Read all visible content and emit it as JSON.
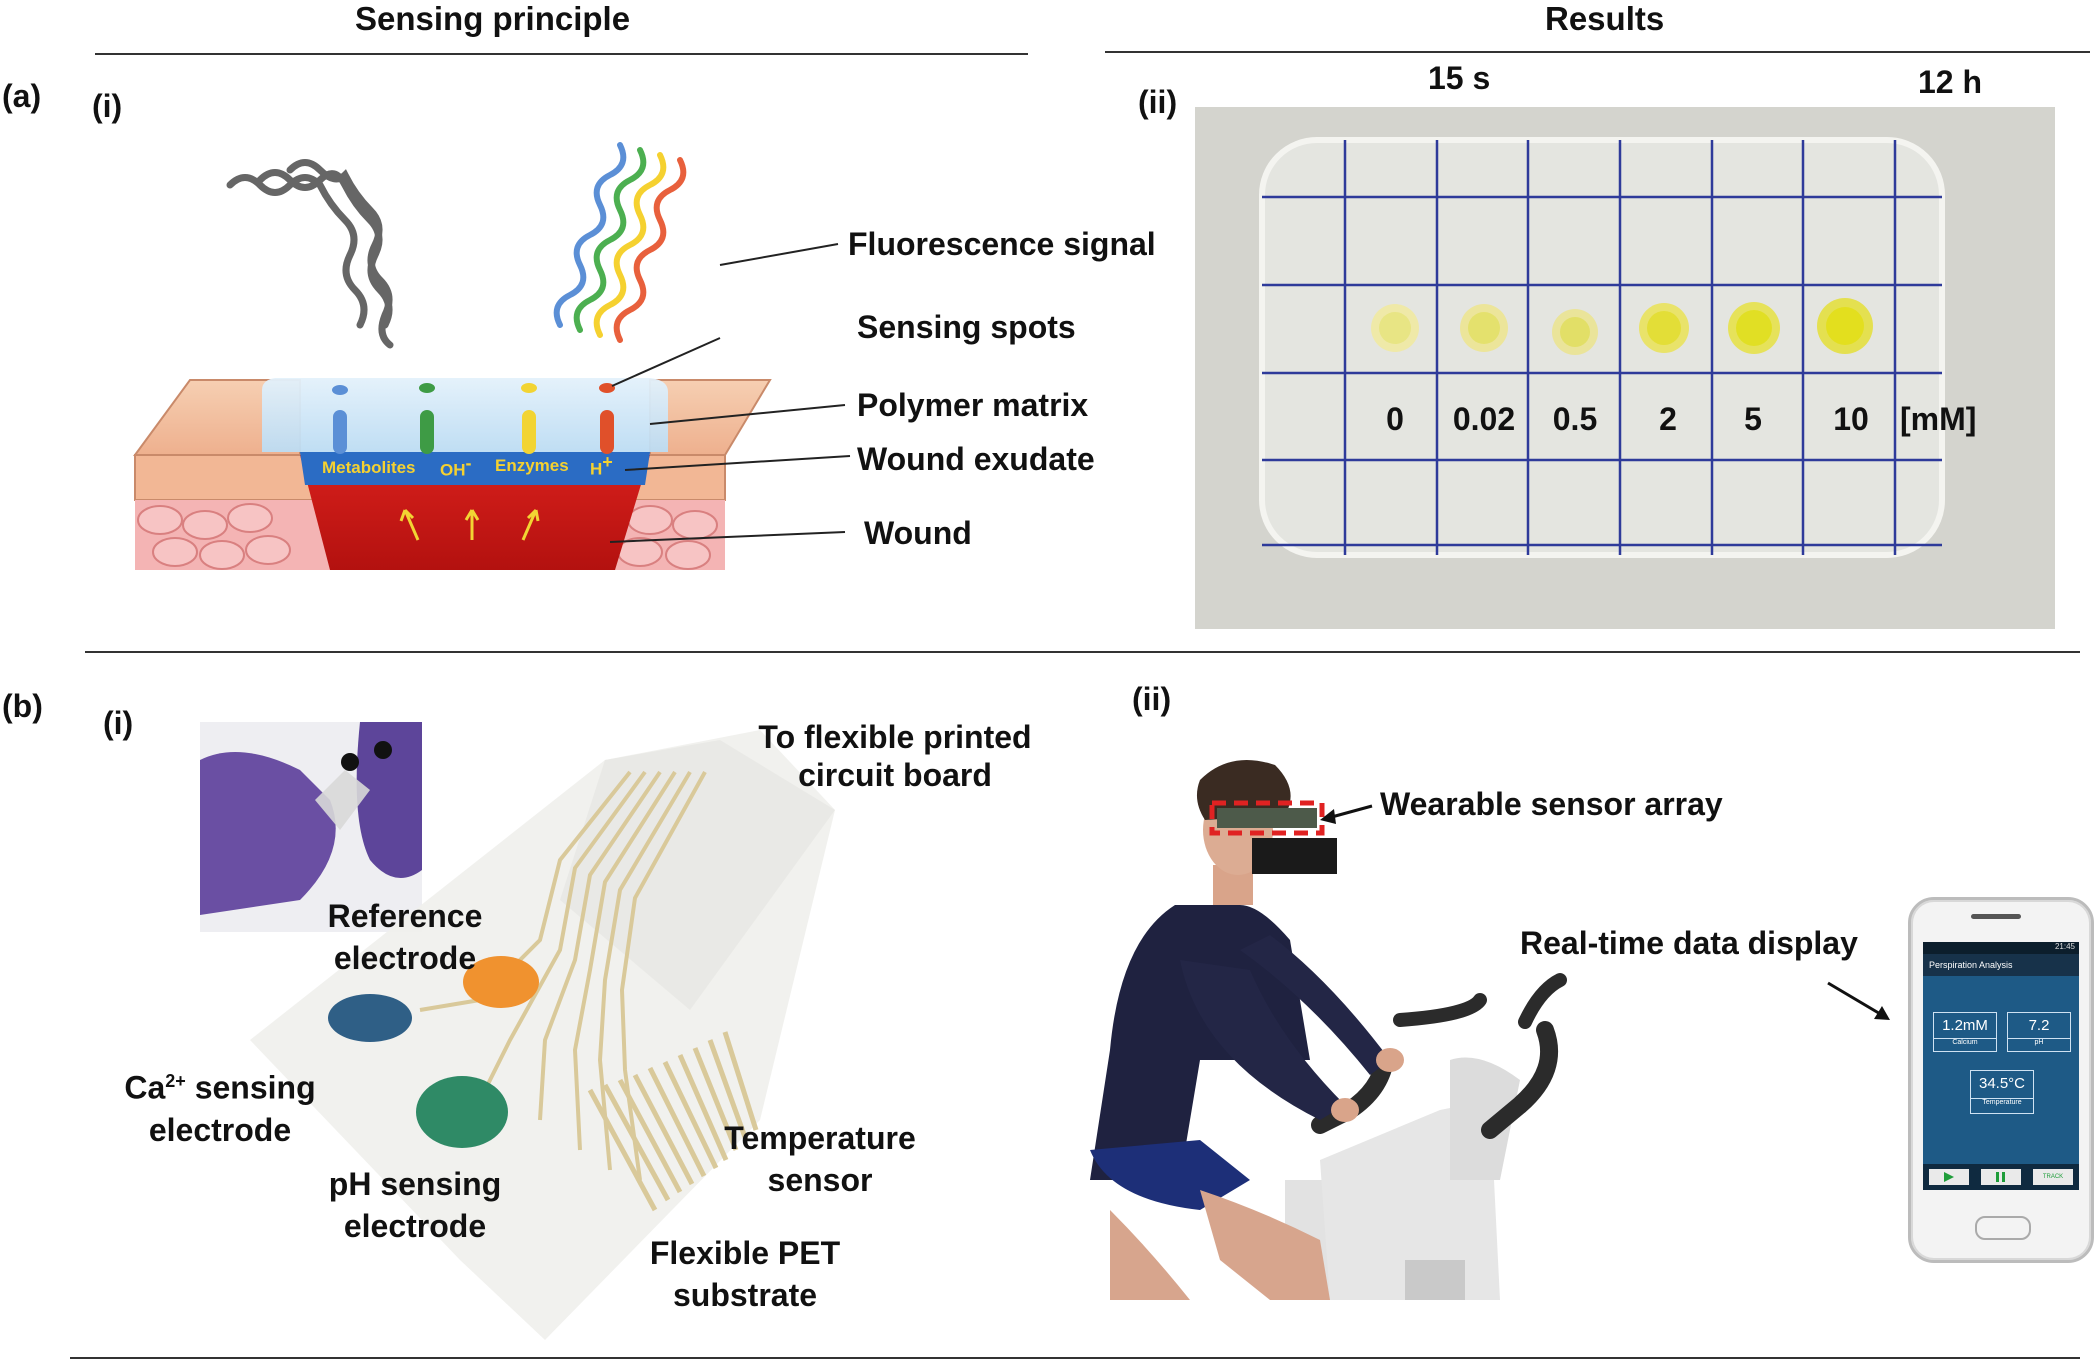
{
  "headers": {
    "left": "Sensing principle",
    "right": "Results"
  },
  "panel_a": {
    "tag": "(a)",
    "i": {
      "tag": "(i)",
      "callouts": [
        "Fluorescence signal",
        "Sensing spots",
        "Polymer matrix",
        "Wound exudate",
        "Wound"
      ],
      "exudate_labels": [
        "Metabolites",
        "OH",
        "Enzymes",
        "H"
      ],
      "superscripts": [
        "-",
        "+"
      ],
      "signal_colors": [
        "#5b8fd6",
        "#4caf50",
        "#f5d130",
        "#e8603c"
      ],
      "spot_colors": [
        "#5b8fd6",
        "#3e9b45",
        "#f2d433",
        "#e0502a"
      ]
    },
    "ii": {
      "tag": "(ii)",
      "time_labels": [
        "15 s",
        "12 h"
      ],
      "concentrations": [
        "0",
        "0.02",
        "0.5",
        "2",
        "5",
        "10"
      ],
      "unit": "[mM]"
    }
  },
  "panel_b": {
    "tag": "(b)",
    "i": {
      "tag": "(i)",
      "labels": {
        "fpcb": [
          "To flexible printed",
          "circuit board"
        ],
        "reference": [
          "Reference",
          "electrode"
        ],
        "calcium": [
          "Ca",
          "2+",
          " sensing",
          "electrode"
        ],
        "ph": [
          "pH sensing",
          "electrode"
        ],
        "temperature": [
          "Temperature",
          "sensor"
        ],
        "pet": [
          "Flexible PET",
          "substrate"
        ]
      },
      "electrode_colors": {
        "reference": "#f0922f",
        "calcium": "#2f5f86",
        "ph": "#2f8a66"
      }
    },
    "ii": {
      "tag": "(ii)",
      "labels": {
        "array": "Wearable sensor array",
        "display": "Real-time data display"
      },
      "phone": {
        "clock": "21:45",
        "app_title": "Perspiration Analysis",
        "readouts": [
          {
            "value": "1.2mM",
            "name": "Calcium"
          },
          {
            "value": "7.2",
            "name": "pH"
          },
          {
            "value": "34.5°C",
            "name": "Temperature"
          }
        ],
        "track_label": "TRACK"
      }
    }
  }
}
